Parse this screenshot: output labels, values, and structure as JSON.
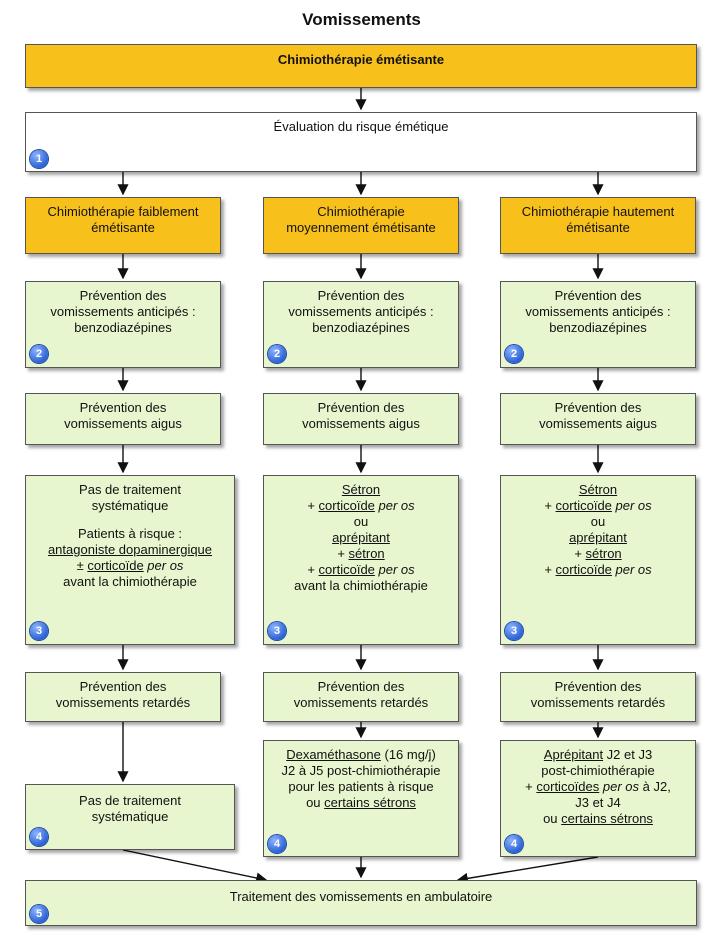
{
  "title": "Vomissements",
  "top_box": "Chimiothérapie émétisante",
  "evaluation": {
    "text": "Évaluation du risque émétique",
    "badge": "1"
  },
  "columns": [
    {
      "category": [
        "Chimiothérapie faiblement",
        "émétisante"
      ],
      "prevention_anticipes": {
        "lines": [
          "Prévention des",
          "vomissements anticipés :",
          "benzodiazépines"
        ],
        "badge": "2"
      },
      "prevention_aigus": [
        "Prévention des",
        "vomissements aigus"
      ],
      "traitement_aigu": {
        "line1": "Pas de traitement",
        "line2": "systématique",
        "line3": "Patients à risque :",
        "line4": "antagoniste dopaminergique",
        "line5_a": "± ",
        "line5_b": "corticoïde",
        "line5_c": " per os",
        "line6": "avant la chimiothérapie",
        "badge": "3"
      },
      "prevention_retardes": [
        "Prévention des",
        "vomissements retardés"
      ],
      "traitement_retarde": {
        "line1": "Pas de traitement",
        "line2": "systématique",
        "badge": "4"
      }
    },
    {
      "category": [
        "Chimiothérapie",
        "moyennement émétisante"
      ],
      "prevention_anticipes": {
        "lines": [
          "Prévention des",
          "vomissements anticipés :",
          "benzodiazépines"
        ],
        "badge": "2"
      },
      "prevention_aigus": [
        "Prévention des",
        "vomissements aigus"
      ],
      "traitement_aigu": {
        "setron": "Sétron",
        "plus1": "+ ",
        "cortico1": "corticoïde",
        "peros1": " per os",
        "ou": "ou",
        "aprepitant": "aprépitant",
        "plus2": "+ ",
        "setron2": "sétron",
        "plus3": "+ ",
        "cortico2": "corticoïde",
        "peros2": " per os",
        "avant": "avant la chimiothérapie",
        "badge": "3"
      },
      "prevention_retardes": [
        "Prévention des",
        "vomissements retardés"
      ],
      "traitement_retarde": {
        "dexa": "Dexaméthasone",
        "dose": " (16 mg/j)",
        "line2": "J2 à J5 post-chimiothérapie",
        "line3": "pour les patients à risque",
        "ou": "ou ",
        "certains": "certains sétrons",
        "badge": "4"
      }
    },
    {
      "category": [
        "Chimiothérapie hautement",
        "émétisante"
      ],
      "prevention_anticipes": {
        "lines": [
          "Prévention des",
          "vomissements anticipés :",
          "benzodiazépines"
        ],
        "badge": "2"
      },
      "prevention_aigus": [
        "Prévention des",
        "vomissements aigus"
      ],
      "traitement_aigu": {
        "setron": "Sétron",
        "plus1": "+ ",
        "cortico1": "corticoïde",
        "peros1": " per os",
        "ou": "ou",
        "aprepitant": "aprépitant",
        "plus2": "+ ",
        "setron2": "sétron",
        "plus3": "+ ",
        "cortico2": "corticoïde",
        "peros2": " per os",
        "badge": "3"
      },
      "prevention_retardes": [
        "Prévention des",
        "vomissements retardés"
      ],
      "traitement_retarde": {
        "aprepitant": "Aprépitant",
        "j": " J2 et J3",
        "line2": "post-chimiothérapie",
        "plus": "+ ",
        "corticoides": "corticoïdes",
        "peros": " per os",
        "j2": " à J2,",
        "line4": "J3 et J4",
        "ou": "ou ",
        "certains": "certains sétrons",
        "badge": "4"
      }
    }
  ],
  "bottom_box": {
    "text": "Traitement des vomissements en ambulatoire",
    "badge": "5"
  },
  "colors": {
    "orange": "#f8c01a",
    "green": "#e8f6cf",
    "badge_blue": "#2b63d6"
  }
}
